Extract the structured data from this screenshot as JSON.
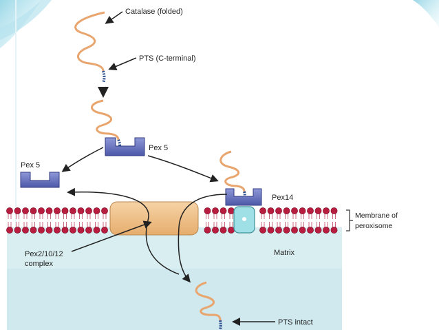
{
  "labels": {
    "catalase": "Catalase (folded)",
    "pts_c": "PTS (C-terminal)",
    "pex5_top": "Pex 5",
    "pex5_left": "Pex 5",
    "pex14": "Pex14",
    "membrane_line1": "Membrane of",
    "membrane_line2": "peroxisome",
    "matrix": "Matrix",
    "pex2_line1": "Pex2/10/12",
    "pex2_line2": "complex",
    "pts_intact": "PTS intact"
  },
  "colors": {
    "protein": "#e8a56e",
    "pts": "#2f4f8f",
    "pex5": "#5a66b8",
    "membrane_head": "#b81d3f",
    "matrix": "#cfe9ee",
    "complex": "#f2c58f",
    "pex14_pore": "#9fe0e6",
    "accent": "#8fd3e4"
  },
  "icons": {
    "corner": "corner-swoosh-icon"
  }
}
